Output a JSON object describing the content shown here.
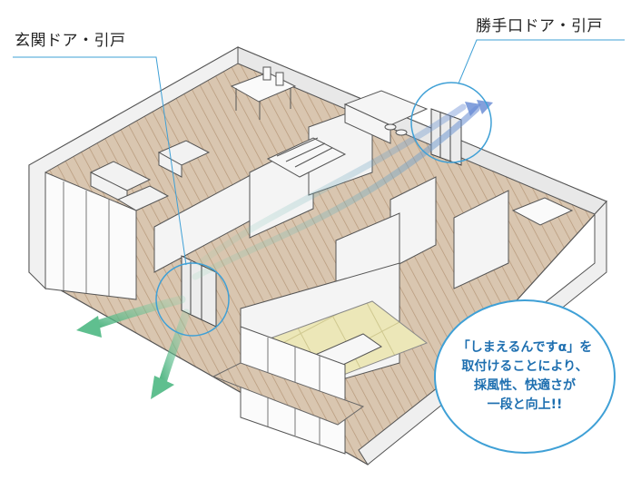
{
  "callouts": {
    "entrance": "玄関ドア・引戸",
    "kitchen_door": "勝手口ドア・引戸"
  },
  "bubble": {
    "line1": "「しまえるんですα」を",
    "line2": "取付けることにより、",
    "line3": "採風性、快適さが",
    "line4": "一段と向上!!"
  },
  "colors": {
    "outflow_arrow": "#5fbf8f",
    "inflow_arrow": "#7a9fd8",
    "callout_line": "#3fa0d6",
    "bubble_text": "#1e6fb0",
    "floor": "#c9b59e",
    "tatami": "#ece7b8"
  }
}
